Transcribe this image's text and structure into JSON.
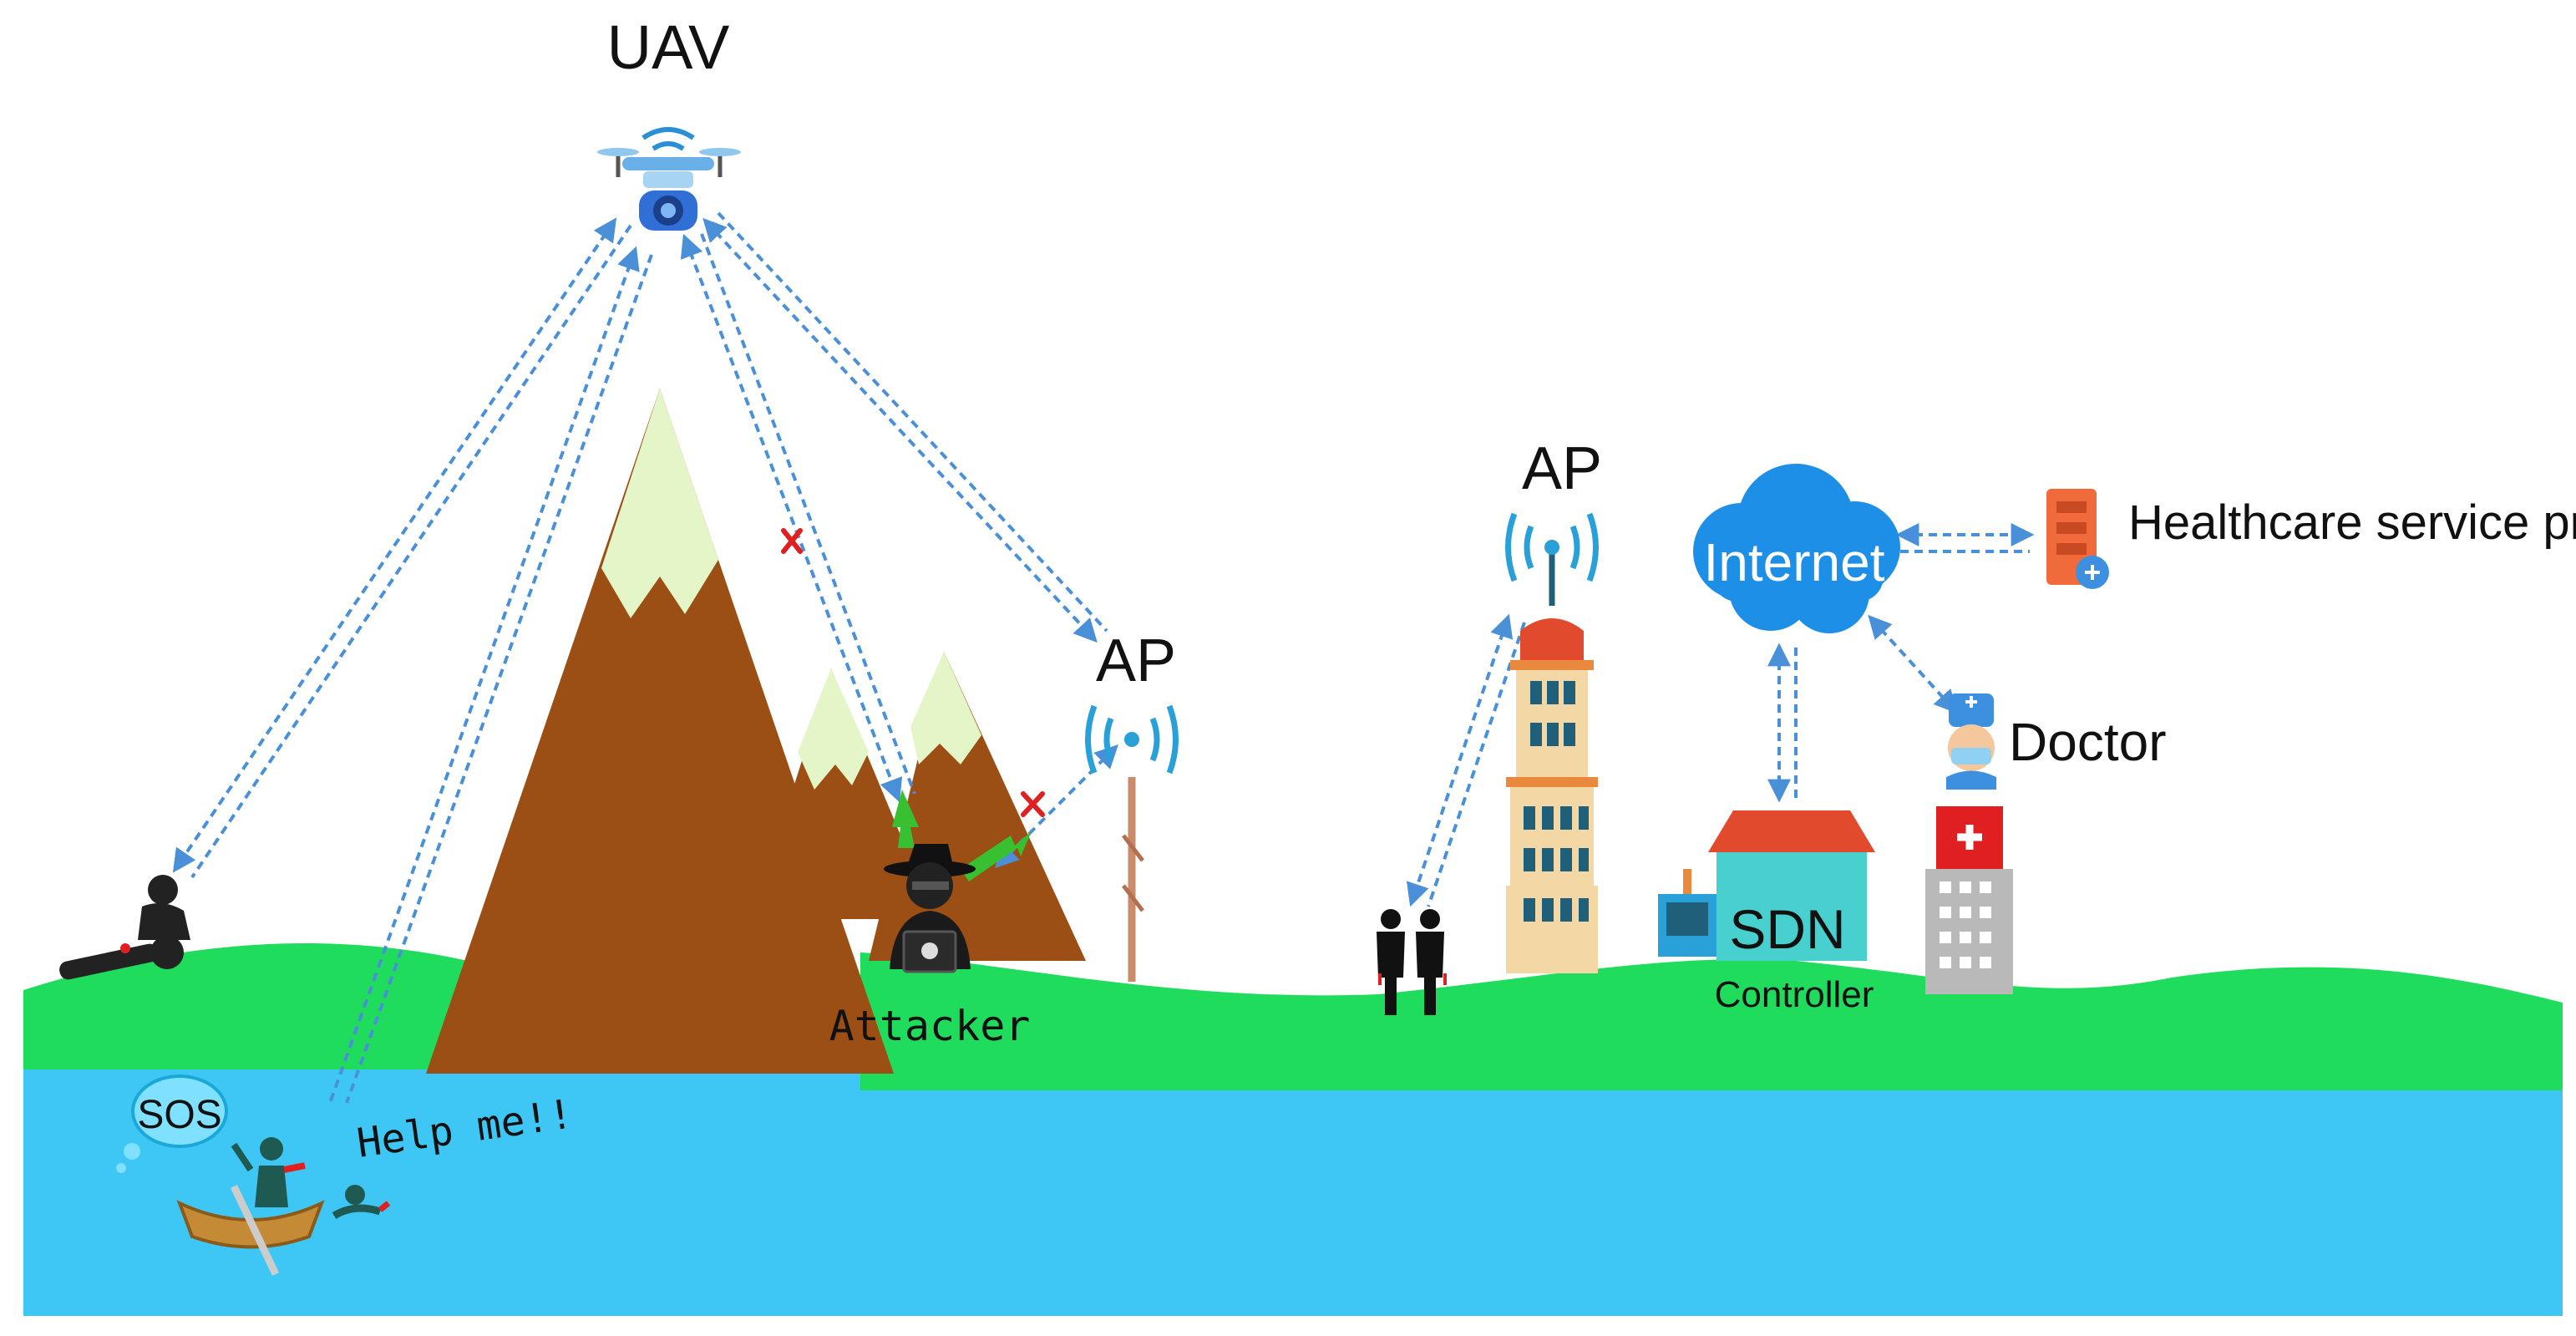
{
  "labels": {
    "uav": "UAV",
    "ap_mountain": "AP",
    "ap_building": "AP",
    "internet": "Internet",
    "healthcare": "Healthcare service provide",
    "doctor": "Doctor",
    "sdn": "SDN",
    "controller": "Controller",
    "attacker": "Attacker",
    "sos": "SOS",
    "help": "Help me!!"
  },
  "colors": {
    "water": "#3ec7f5",
    "grass": "#1fdc5c",
    "mountain": "#9b4f14",
    "snow": "#e4f5c7",
    "cloud": "#1d8fe6",
    "link": "#4a90d9",
    "blocked": "#e02020"
  },
  "icons": {
    "uav": "drone-icon",
    "ap": "wifi-tower-icon",
    "attacker": "hacker-icon",
    "server": "server-icon",
    "doctor": "doctor-icon",
    "hospital": "hospital-icon"
  }
}
